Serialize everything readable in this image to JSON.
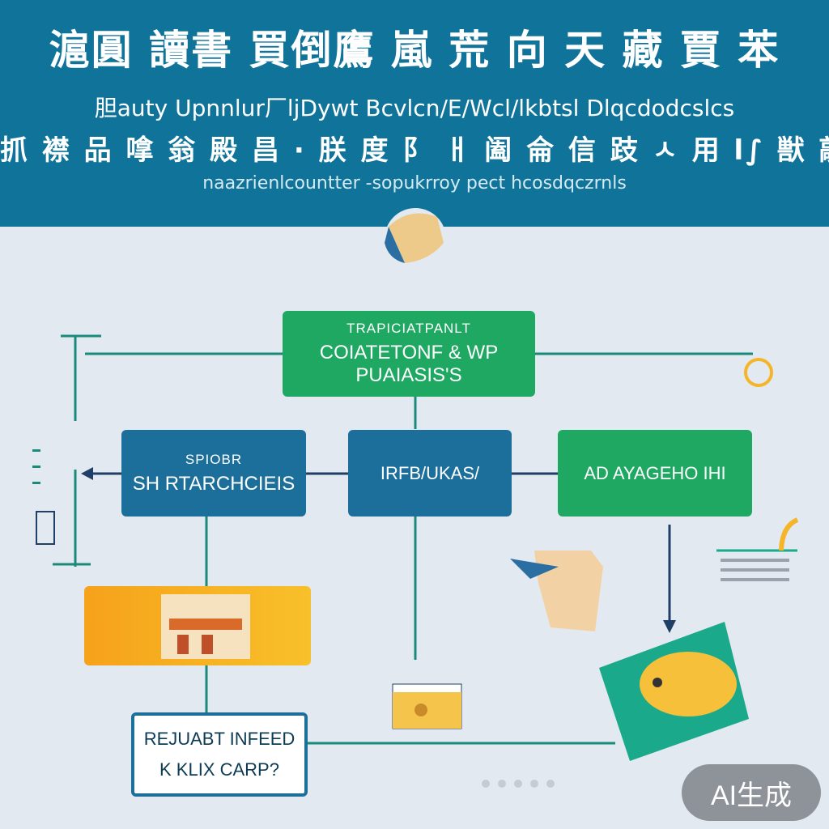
{
  "header": {
    "title": "滬圓 讀書 買倒鷹 嵐 荒 向 天 藏 賈 苯",
    "line2": "胆auty Upnnlur厂ljDywt Bcvlcn/E/Wcl/lkbtsl Dlqcdodcslcs",
    "line3": "抓 襟 品 嗱 翁 殿 昌 · 朕 度 阝 ㅐ 阖 侖 信 跂 ㅅ 用 l∫ 獣 敲 ㄴ 己",
    "line4": "naazrienlcountter -sopukrroy pect hcosdqczrnls"
  },
  "nodes": {
    "top": {
      "line1": "TRAPICIATPANLT",
      "line2": "COIATETONF & WP PUAIASIS'S"
    },
    "left": {
      "line1": "SPIOBR",
      "line2": "SH RTARCHCIEIS"
    },
    "center": {
      "label": "IRFB/UKAS/"
    },
    "right": {
      "label": "AD AYAGEHO IHI"
    },
    "bottom": {
      "line1": "REJUABT INFEED",
      "line2": "K KLIX CARP?"
    }
  },
  "badge": "AI生成",
  "colors": {
    "header": "#10749a",
    "green": "#1ea862",
    "blue": "#1c6f9b",
    "orange": "#f6a21a",
    "background": "#e3e9f0"
  }
}
